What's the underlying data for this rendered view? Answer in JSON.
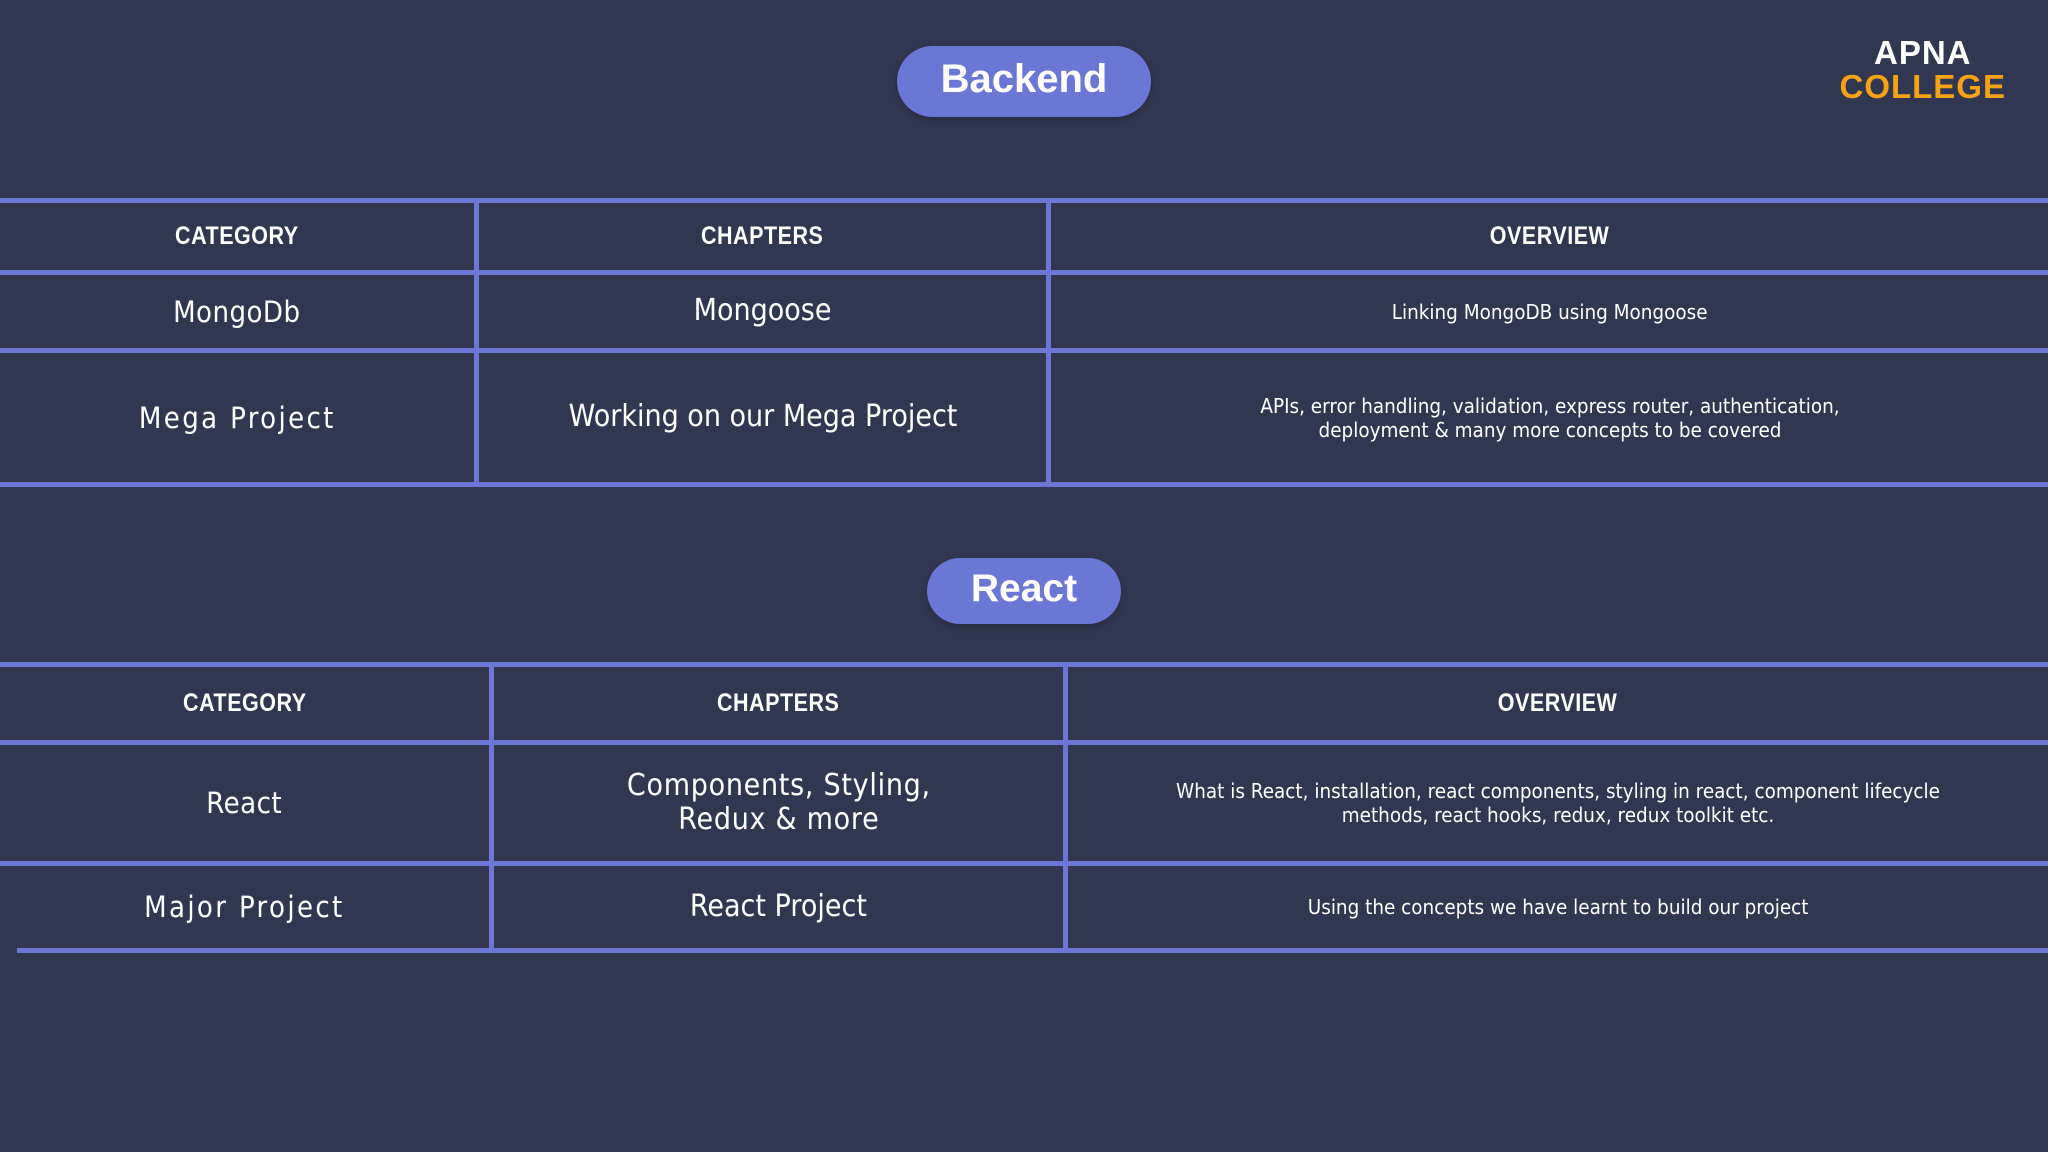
{
  "theme": {
    "background": "#313751",
    "accent": "#6b77d4",
    "text": "#ffffff",
    "logo_accent": "#f5a217"
  },
  "logo": {
    "line1": "APNA",
    "line2": "COLLEGE"
  },
  "sections": [
    {
      "id": "backend",
      "badge_label": "Backend",
      "table": {
        "headers": [
          "CATEGORY",
          "CHAPTERS",
          "OVERVIEW"
        ],
        "rows": [
          {
            "category": "MongoDb",
            "chapters": "Mongoose",
            "overview": "Linking MongoDB using Mongoose"
          },
          {
            "category": "Mega Project",
            "chapters": "Working on our Mega Project",
            "overview": "APIs, error handling, validation, express router, authentication, deployment & many more concepts to be covered"
          }
        ]
      }
    },
    {
      "id": "react",
      "badge_label": "React",
      "table": {
        "headers": [
          "CATEGORY",
          "CHAPTERS",
          "OVERVIEW"
        ],
        "rows": [
          {
            "category": "React",
            "chapters": "Components, Styling,\nRedux & more",
            "overview": "What is React, installation, react components, styling in react, component lifecycle methods, react hooks, redux, redux toolkit etc."
          },
          {
            "category": "Major Project",
            "chapters": "React Project",
            "overview": "Using the concepts we have learnt to build our project"
          }
        ]
      }
    }
  ]
}
